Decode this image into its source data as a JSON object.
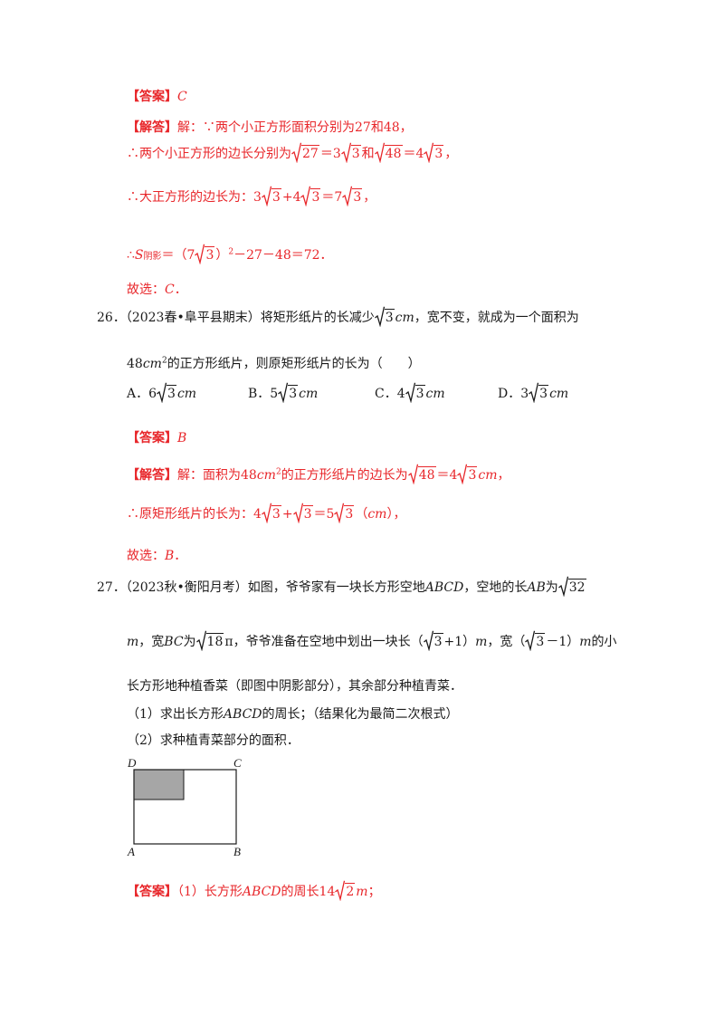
{
  "answer25": {
    "tag": "【答案】",
    "value": "C"
  },
  "solution25": {
    "tag": "【解答】",
    "s1_a": "解：∵两个小正方形面积分别为27和48，",
    "s2_a": "∴两个小正方形的边长分别为",
    "s2_r1": "27",
    "s2_b": "＝3",
    "s2_r2": "3",
    "s2_c": "和",
    "s2_r3": "48",
    "s2_d": "＝4",
    "s2_r4": "3",
    "s2_e": "，",
    "s3_a": "∴大正方形的边长为：3",
    "s3_r1": "3",
    "s3_b": "+4",
    "s3_r2": "3",
    "s3_c": "＝7",
    "s3_r3": "3",
    "s3_d": "，",
    "s4_a": "∴",
    "s4_s": "S",
    "s4_sub": "阴影",
    "s4_b": "＝（7",
    "s4_r1": "3",
    "s4_c": "）",
    "s4_sup": "2",
    "s4_d": "－27－48＝72．",
    "choose_a": "故选：",
    "choose_v": "C",
    "choose_e": "．"
  },
  "q26": {
    "num": "26．",
    "l1_a": "（2023春•阜平县期末）将矩形纸片的长减少",
    "l1_r": "3",
    "l1_unit": "cm",
    "l1_b": "，宽不变，就成为一个面积为",
    "l2_a": "48",
    "l2_unit": "cm",
    "l2_sup": "2",
    "l2_b": "的正方形纸片，则原矩形纸片的长为（　　）",
    "options": [
      {
        "label": "A．6",
        "rad": "3",
        "unit": "cm"
      },
      {
        "label": "B．5",
        "rad": "3",
        "unit": "cm"
      },
      {
        "label": "C．4",
        "rad": "3",
        "unit": "cm"
      },
      {
        "label": "D．3",
        "rad": "3",
        "unit": "cm"
      }
    ]
  },
  "answer26": {
    "tag": "【答案】",
    "value": "B"
  },
  "solution26": {
    "tag": "【解答】",
    "s1_a": "解：面积为48",
    "s1_unit": "cm",
    "s1_sup": "2",
    "s1_b": "的正方形纸片的边长为",
    "s1_r1": "48",
    "s1_c": "＝4",
    "s1_r2": "3",
    "s1_unit2": "cm",
    "s1_d": "，",
    "s2_a": "∴原矩形纸片的长为：4",
    "s2_r1": "3",
    "s2_b": "+",
    "s2_r2": "3",
    "s2_c": "＝5",
    "s2_r3": "3",
    "s2_d": "（",
    "s2_unit": "cm",
    "s2_e": "），",
    "choose_a": "故选：",
    "choose_v": "B",
    "choose_e": "．"
  },
  "q27": {
    "num": "27．",
    "l1_a": "（2023秋•衡阳月考）如图，爷爷家有一块长方形空地",
    "l1_abcd": "ABCD",
    "l1_b": "，空地的长",
    "l1_ab": "AB",
    "l1_c": "为",
    "l1_r": "32",
    "l2_m": "m",
    "l2_a": "，宽",
    "l2_bc": "BC",
    "l2_b": "为",
    "l2_r1": "18",
    "l2_c": "π，爷爷准备在空地中划出一块长（",
    "l2_r2": "3",
    "l2_d": "+1）",
    "l2_m2": "m",
    "l2_e": "，宽（",
    "l2_r3": "3",
    "l2_f": "－1）",
    "l2_m3": "m",
    "l2_g": "的小",
    "l3": "长方形地种植香菜（即图中阴影部分），其余部分种植青菜．",
    "p1_a": "（1）求出长方形",
    "p1_abcd": "ABCD",
    "p1_b": "的周长；（结果化为最简二次根式）",
    "p2": "（2）求种植青菜部分的面积．",
    "labels": {
      "d": "D",
      "c": "C",
      "a": "A",
      "b": "B"
    }
  },
  "answer27": {
    "tag": "【答案】",
    "a": "（1）长方形",
    "abcd": "ABCD",
    "b": "的周长14",
    "r": "2",
    "m": "m",
    "c": "；"
  },
  "colors": {
    "red": "#e8262a",
    "text": "#1a1a1a",
    "shade": "#a6a6a6"
  }
}
